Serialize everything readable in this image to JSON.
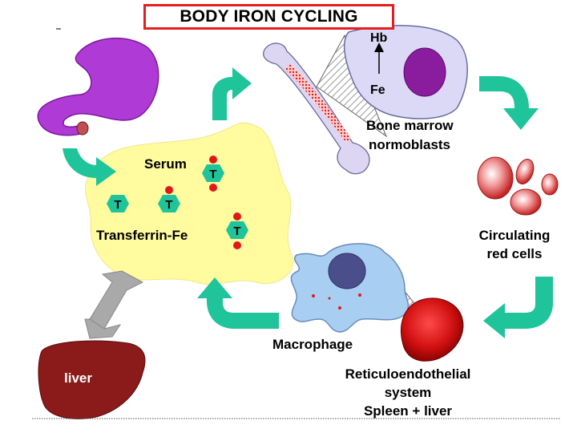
{
  "title": "BODY IRON CYCLING",
  "labels": {
    "hb": "Hb",
    "fe": "Fe",
    "bone_marrow_line1": "Bone marrow",
    "bone_marrow_line2": "normoblasts",
    "serum": "Serum",
    "transferrin_fe": "Transferrin-Fe",
    "transferrin_symbol": "T",
    "circulating_line1": "Circulating",
    "circulating_line2": "red cells",
    "macrophage": "Macrophage",
    "liver": "liver",
    "re_line1": "Reticuloendothelial",
    "re_line2": "system",
    "re_line3": "Spleen + liver"
  },
  "colors": {
    "title_border": "#e41e1e",
    "stomach": "#b03ad6",
    "serum_blob": "#fffb9e",
    "arrow": "#1fc49a",
    "normoblast_cell": "#dcd9f7",
    "normoblast_nucleus": "#8a1d9e",
    "bone": "#ddd6f2",
    "red_cell": "#e06060",
    "macrophage": "#a8cef2",
    "macrophage_nucleus": "#4a4f8c",
    "liver": "#8b1a1a",
    "spleen": "#d01010",
    "double_arrow": "#a9a9a9",
    "transferrin_dot": "#e01818"
  }
}
